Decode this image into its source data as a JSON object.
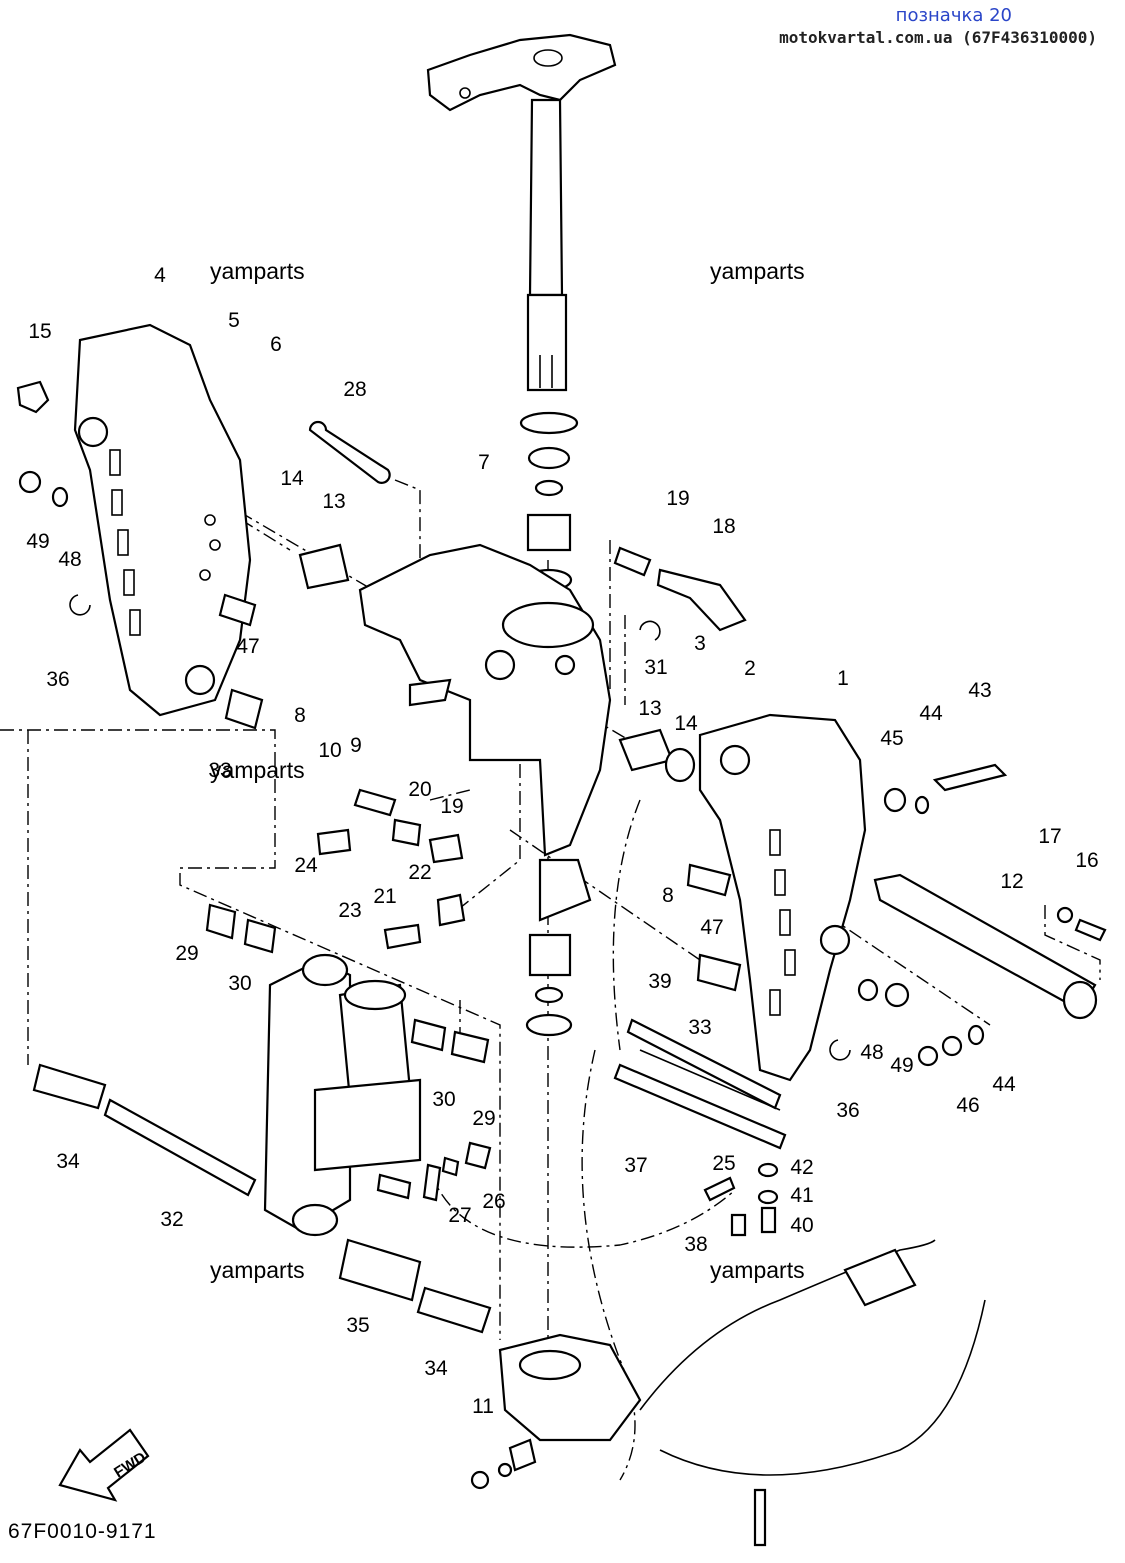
{
  "header": {
    "title": "позначка 20",
    "subtitle": "motokvartal.com.ua (67F436310000)"
  },
  "watermarks": [
    "yamparts",
    "yamparts",
    "yamparts",
    "yamparts",
    "yamparts",
    "yamparts"
  ],
  "callouts": [
    "15",
    "4",
    "5",
    "6",
    "28",
    "49",
    "48",
    "36",
    "14",
    "13",
    "7",
    "19",
    "18",
    "47",
    "8",
    "31",
    "3",
    "2",
    "1",
    "43",
    "44",
    "45",
    "33",
    "10",
    "9",
    "20",
    "19",
    "13",
    "14",
    "24",
    "21",
    "22",
    "23",
    "8",
    "17",
    "16",
    "12",
    "47",
    "29",
    "30",
    "39",
    "33",
    "48",
    "49",
    "36",
    "46",
    "44",
    "30",
    "29",
    "34",
    "32",
    "37",
    "25",
    "42",
    "41",
    "26",
    "27",
    "40",
    "38",
    "35",
    "34",
    "11"
  ],
  "fwd_label": "FWD",
  "diagram_code": "67F0010-9171",
  "colors": {
    "header_title": "#2a45c8",
    "ink": "#000000"
  }
}
